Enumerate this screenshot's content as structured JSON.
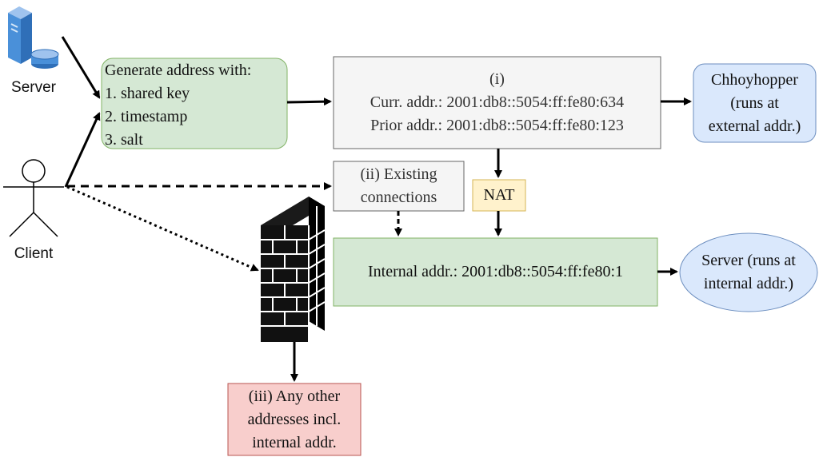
{
  "server_label": "Server",
  "client_label": "Client",
  "generate_box": {
    "title": "Generate address with:",
    "items": [
      "1. shared key",
      "2. timestamp",
      "3. salt"
    ]
  },
  "path_i": {
    "label": "(i)",
    "curr_addr": "Curr. addr.: 2001:db8::5054:ff:fe80:634",
    "prior_addr": "Prior addr.: 2001:db8::5054:ff:fe80:123"
  },
  "chhoyhopper_box": {
    "lines": [
      "Chhoyhopper",
      "(runs at",
      "external addr.)"
    ]
  },
  "existing_box": {
    "lines": [
      "(ii) Existing",
      "connections"
    ]
  },
  "nat_label": "NAT",
  "internal_box": "Internal addr.: 2001:db8::5054:ff:fe80:1",
  "server_internal": {
    "lines": [
      "Server (runs at",
      "internal addr.)"
    ]
  },
  "other_box": {
    "lines": [
      "(iii) Any other",
      "addresses incl.",
      "internal addr."
    ]
  },
  "colors": {
    "green_fill": "#d5e8d4",
    "green_stroke": "#82b366",
    "gray_fill": "#f5f5f5",
    "gray_stroke": "#666666",
    "blue_fill": "#dae8fc",
    "blue_stroke": "#6c8ebf",
    "yellow_fill": "#fff2cc",
    "yellow_stroke": "#d6b656",
    "red_fill": "#f8cecc",
    "red_stroke": "#b85450"
  }
}
